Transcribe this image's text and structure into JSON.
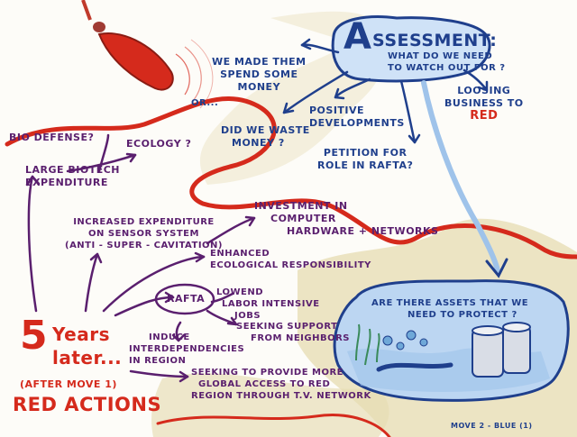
{
  "assessment": {
    "big_letter": "A",
    "title": "SSESSMENT:",
    "subtitle": [
      "WHAT DO WE NEED",
      "TO WATCH OUT FOR ?"
    ]
  },
  "blue_notes": {
    "spend": [
      "WE MADE THEM",
      "SPEND SOME",
      "MONEY"
    ],
    "or": "OR...",
    "waste": [
      "DID WE WASTE",
      "MONEY ?"
    ],
    "positive": [
      "POSITIVE",
      "DEVELOPMENTS"
    ],
    "losing": [
      "LOOSING",
      "BUSINESS TO"
    ],
    "losing_red": "RED",
    "petition": [
      "PETITION FOR",
      "ROLE IN RAFTA?"
    ],
    "assets": [
      "ARE THERE ASSETS THAT WE",
      "NEED TO PROTECT ?"
    ]
  },
  "purple_notes": {
    "bio": "BIO DEFENSE?",
    "ecology": "ECOLOGY ?",
    "biotech": [
      "LARGE BIOTECH",
      "EXPENDITURE"
    ],
    "investment": [
      "INVESTMENT IN",
      "COMPUTER",
      "HARDWARE + NETWORKS"
    ],
    "sensor": [
      "INCREASED EXPENDITURE",
      "ON SENSOR SYSTEM",
      "(ANTI - SUPER - CAVITATION)"
    ],
    "enhanced": [
      "ENHANCED",
      "ECOLOGICAL  RESPONSIBILITY"
    ],
    "rafta": "RAFTA",
    "lowend": [
      "LOWEND",
      "LABOR INTENSIVE",
      "JOBS"
    ],
    "induce": [
      "INDUCE",
      "INTERDEPENDENCIES",
      "IN REGION"
    ],
    "support": [
      "SEEKING SUPPORT",
      "FROM NEIGHBORS"
    ],
    "global": [
      "SEEKING TO PROVIDE MORE",
      "GLOBAL ACCESS TO RED",
      "REGION THROUGH  T.V. NETWORK"
    ]
  },
  "red_notes": {
    "five": "5",
    "years": "Years",
    "later": "later...",
    "after": "(AFTER MOVE 1)",
    "actions": "RED ACTIONS"
  },
  "footer": "MOVE 2 - BLUE (1)",
  "colors": {
    "blue": "#1f3f8c",
    "purple": "#5a1f6e",
    "red": "#d52a1c",
    "sand": "#e6dcb2",
    "light_blue": "#9fc3ea"
  }
}
